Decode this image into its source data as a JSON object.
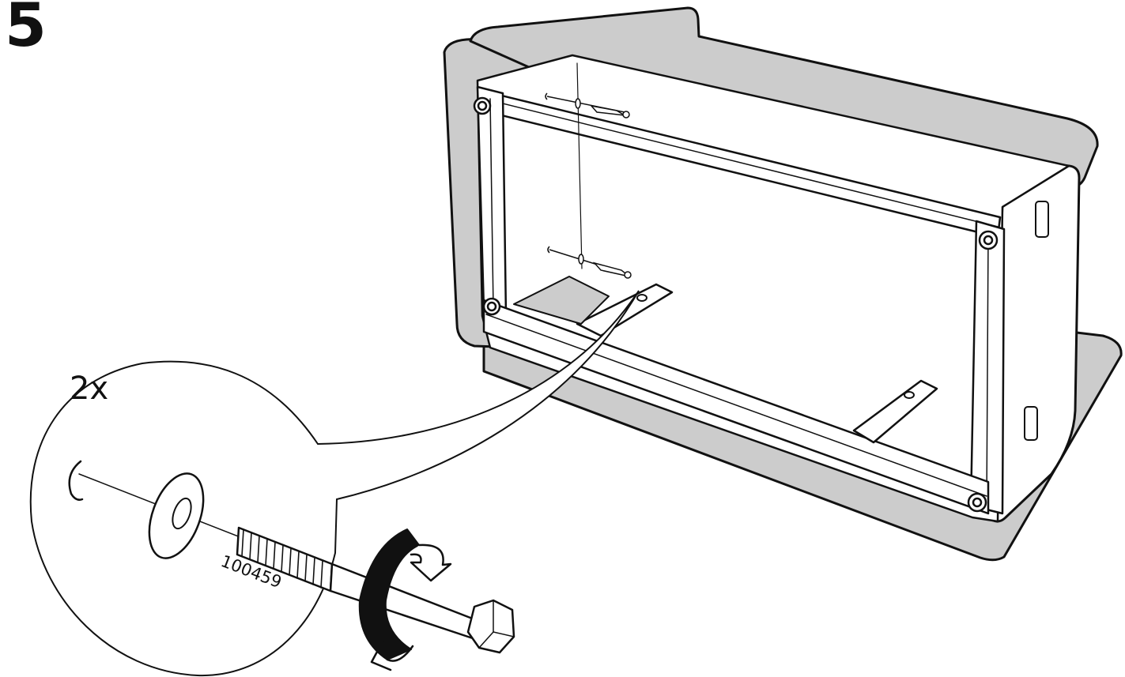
{
  "step": {
    "number": "5"
  },
  "detail": {
    "quantity": "2x",
    "part_number": "100459"
  },
  "colors": {
    "ink": "#111111",
    "fill_gray": "#cccccc",
    "paper": "#ffffff"
  },
  "icons": {
    "rotation": "clockwise-rotation-arrow-icon",
    "bolt": "hex-bolt-icon",
    "washer": "washer-icon",
    "clip": "retaining-clip-icon"
  }
}
